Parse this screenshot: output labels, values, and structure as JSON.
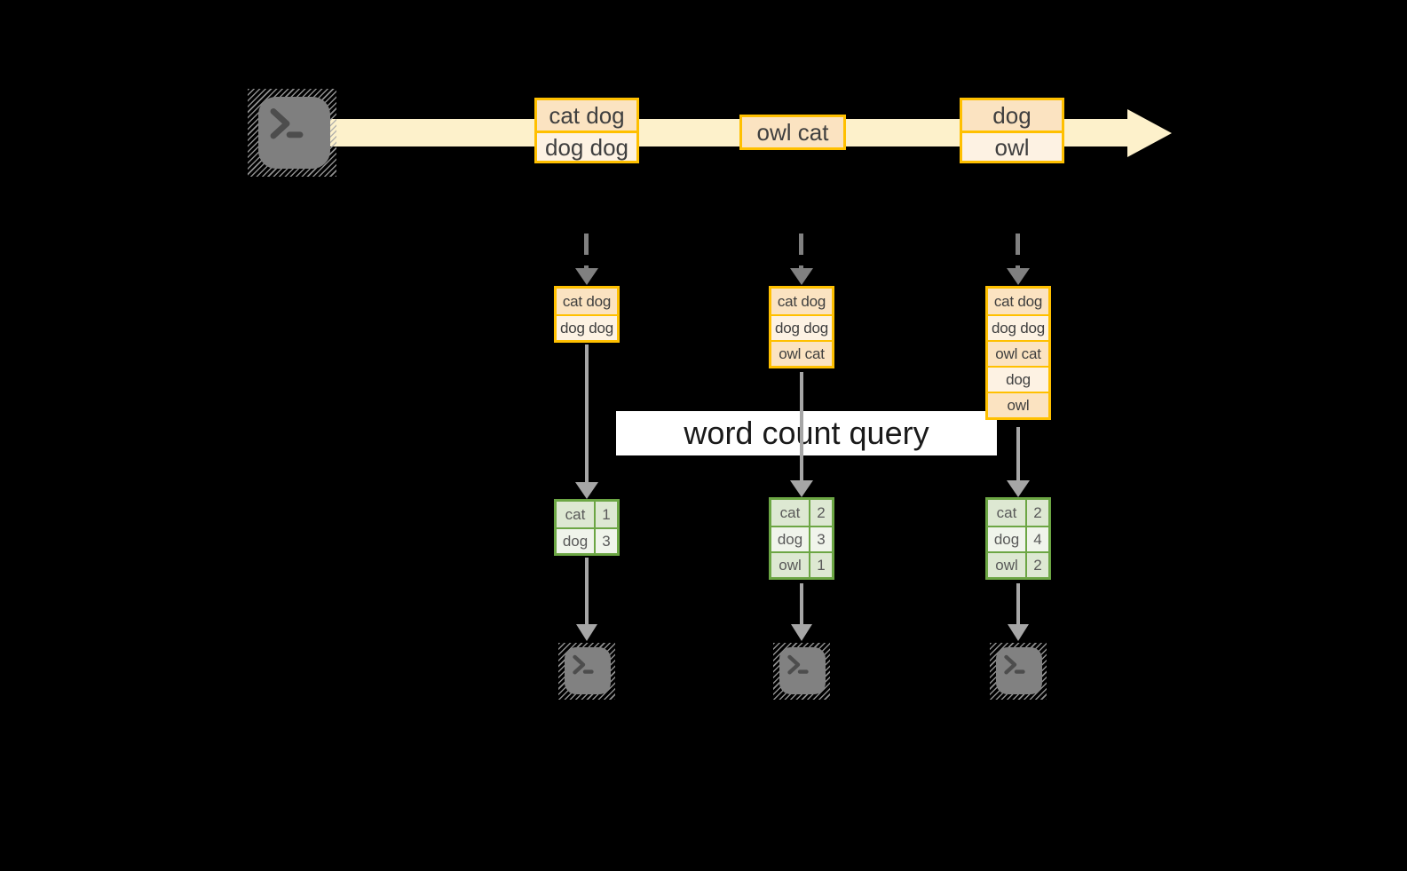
{
  "label": {
    "text": "word count query"
  },
  "stream": {
    "source_icon": "terminal-icon",
    "records": [
      {
        "rows": [
          "cat dog",
          "dog dog"
        ]
      },
      {
        "rows": [
          "owl cat"
        ]
      },
      {
        "rows": [
          "dog",
          "owl"
        ]
      }
    ]
  },
  "columns": [
    {
      "snapshot_rows": [
        "cat dog",
        "dog dog"
      ],
      "table_rows": [
        [
          "cat",
          "1"
        ],
        [
          "dog",
          "3"
        ]
      ],
      "consumer_icon": "terminal-icon"
    },
    {
      "snapshot_rows": [
        "cat dog",
        "dog dog",
        "owl cat"
      ],
      "table_rows": [
        [
          "cat",
          "2"
        ],
        [
          "dog",
          "3"
        ],
        [
          "owl",
          "1"
        ]
      ],
      "consumer_icon": "terminal-icon"
    },
    {
      "snapshot_rows": [
        "cat dog",
        "dog dog",
        "owl cat",
        "dog",
        "owl"
      ],
      "table_rows": [
        [
          "cat",
          "2"
        ],
        [
          "dog",
          "4"
        ],
        [
          "owl",
          "2"
        ]
      ],
      "consumer_icon": "terminal-icon"
    }
  ],
  "colors": {
    "background": "#000000",
    "stream_arrow": "#FDF1CB",
    "record_border": "#FFC000",
    "record_fill_dark": "#FBE3C1",
    "record_fill_light": "#FDF2E3",
    "table_border": "#6CA644",
    "table_fill_dark": "#DDE8D2",
    "table_fill_light": "#F0F4EB",
    "solid_connector": "#A6A6A6",
    "dashed_connector": "#808080",
    "terminal_fill": "#818181",
    "terminal_glyph": "#4D4D4D",
    "record_text": "#3F3F3F",
    "table_text": "#595959",
    "label_background": "#FFFFFF",
    "label_text": "#1A1A1A"
  }
}
